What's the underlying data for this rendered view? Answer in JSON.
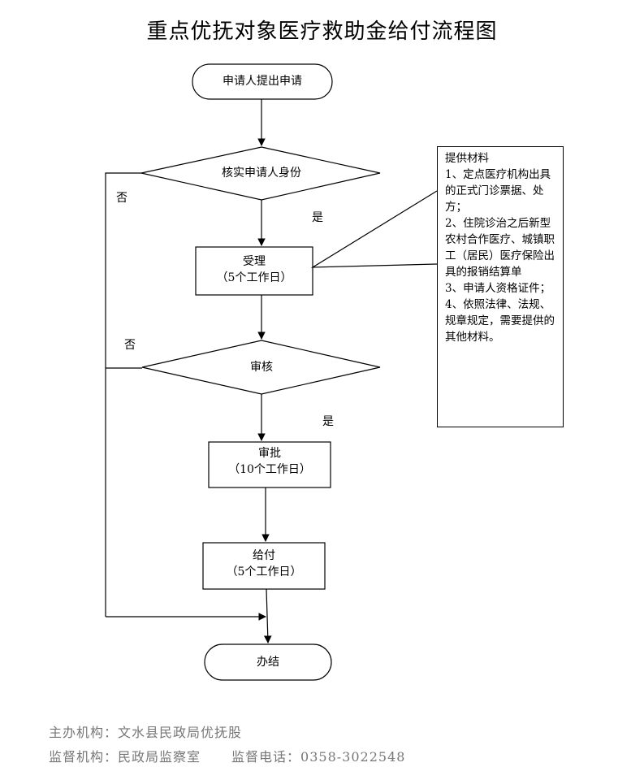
{
  "title": "重点优抚对象医疗救助金给付流程图",
  "nodes": {
    "apply": "申请人提出申请",
    "verify": "核实申请人身份",
    "accept": "受理",
    "accept_time": "（5个工作日）",
    "review": "审核",
    "approve": "审批",
    "approve_time": "（10个工作日）",
    "pay": "给付",
    "pay_time": "（5个工作日）",
    "finish": "办结"
  },
  "branch_labels": {
    "yes1": "是",
    "no1": "否",
    "yes2": "是",
    "no2": "否"
  },
  "materials": {
    "heading": "提供材料",
    "items": [
      "1、定点医疗机构出具的正式门诊票据、处方；",
      "2、住院诊治之后新型农村合作医疗、城镇职工（居民）医疗保险出具的报销结算单",
      "3、申请人资格证件；",
      "4、依照法律、法规、规章规定，需要提供的其他材料。"
    ]
  },
  "footer": {
    "organizer_label": "主办机构：",
    "organizer": "文水县民政局优抚股",
    "supervisor_label": "监督机构：",
    "supervisor": "民政局监察室",
    "phone_label": "监督电话：",
    "phone": "0358-3022548"
  }
}
